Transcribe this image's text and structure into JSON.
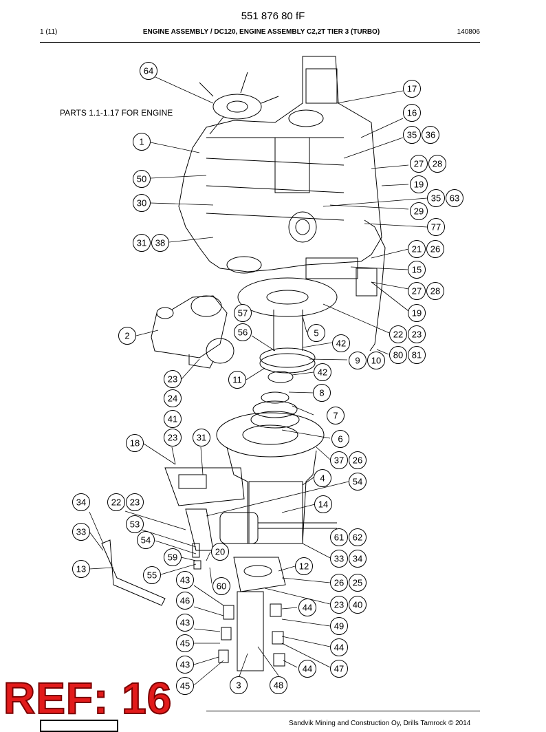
{
  "header": {
    "doc_code": "551 876 80 fF",
    "page": "1 (11)",
    "title": "ENGINE ASSEMBLY / DC120, ENGINE ASSEMBLY C2,2T TIER 3 (TURBO)",
    "date_code": "140806"
  },
  "note": "PARTS 1.1-1.17 FOR ENGINE",
  "ref_stamp": "REF: 16",
  "footer": "Sandvik Mining and Construction Oy, Drills Tamrock © 2014",
  "callouts": [
    "64",
    "17",
    "16",
    "35",
    "36",
    "1",
    "27",
    "28",
    "50",
    "19",
    "30",
    "35",
    "63",
    "29",
    "77",
    "31",
    "38",
    "21",
    "26",
    "15",
    "27",
    "28",
    "19",
    "57",
    "2",
    "56",
    "5",
    "22",
    "23",
    "42",
    "80",
    "81",
    "9",
    "10",
    "23",
    "11",
    "42",
    "24",
    "8",
    "41",
    "7",
    "18",
    "23",
    "31",
    "6",
    "37",
    "26",
    "4",
    "54",
    "34",
    "22",
    "23",
    "14",
    "53",
    "33",
    "54",
    "61",
    "62",
    "59",
    "20",
    "33",
    "34",
    "13",
    "55",
    "12",
    "43",
    "60",
    "26",
    "25",
    "46",
    "23",
    "40",
    "44",
    "43",
    "49",
    "45",
    "44",
    "43",
    "44",
    "47",
    "45",
    "3",
    "48"
  ]
}
